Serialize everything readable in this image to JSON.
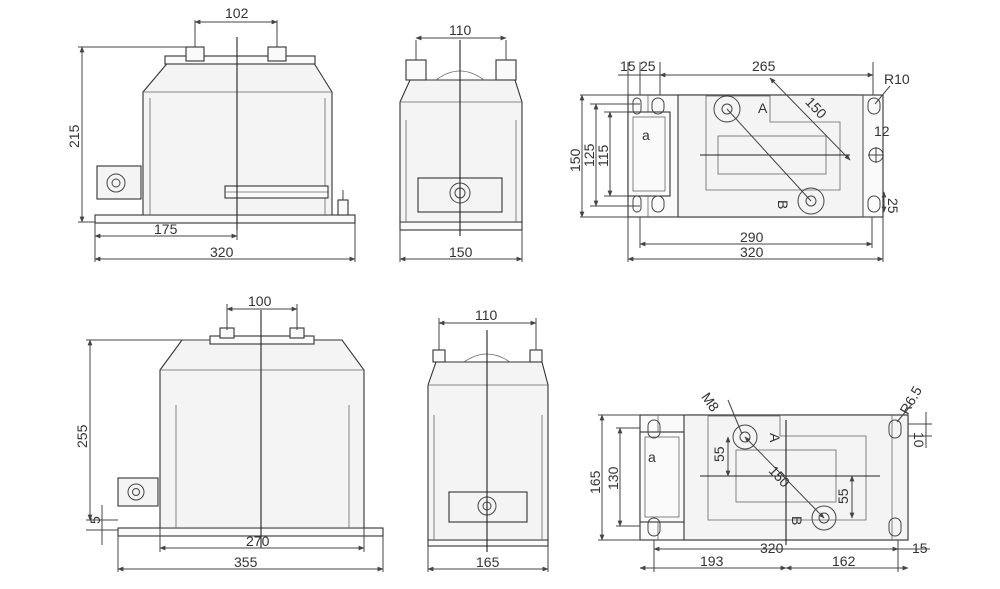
{
  "top_front": {
    "d_terminals": "102",
    "d_height": "215",
    "d_base_to_term": "175",
    "d_width": "320"
  },
  "top_side": {
    "d_terminals": "110",
    "d_width": "150"
  },
  "top_plan": {
    "d_15": "15",
    "d_25": "25",
    "d_265": "265",
    "d_r10": "R10",
    "d_150v": "150",
    "d_125": "125",
    "d_115": "115",
    "d_150diag": "150",
    "d_12": "12",
    "d_25b": "25",
    "d_290": "290",
    "d_320": "320",
    "label_a": "A",
    "label_b": "B",
    "label_a_small": "a"
  },
  "bottom_front": {
    "d_terminals": "100",
    "d_height": "255",
    "d_5": "5",
    "d_270": "270",
    "d_355": "355"
  },
  "bottom_side": {
    "d_terminals": "110",
    "d_width": "165"
  },
  "bottom_plan": {
    "d_m8": "M8",
    "d_r65": "R6.5",
    "d_165": "165",
    "d_130": "130",
    "d_55a": "55",
    "d_150diag": "150",
    "d_55b": "55",
    "d_10": "10",
    "d_320": "320",
    "d_15": "15",
    "d_193": "193",
    "d_162": "162",
    "label_a": "A",
    "label_b": "B",
    "label_a_small": "a"
  }
}
